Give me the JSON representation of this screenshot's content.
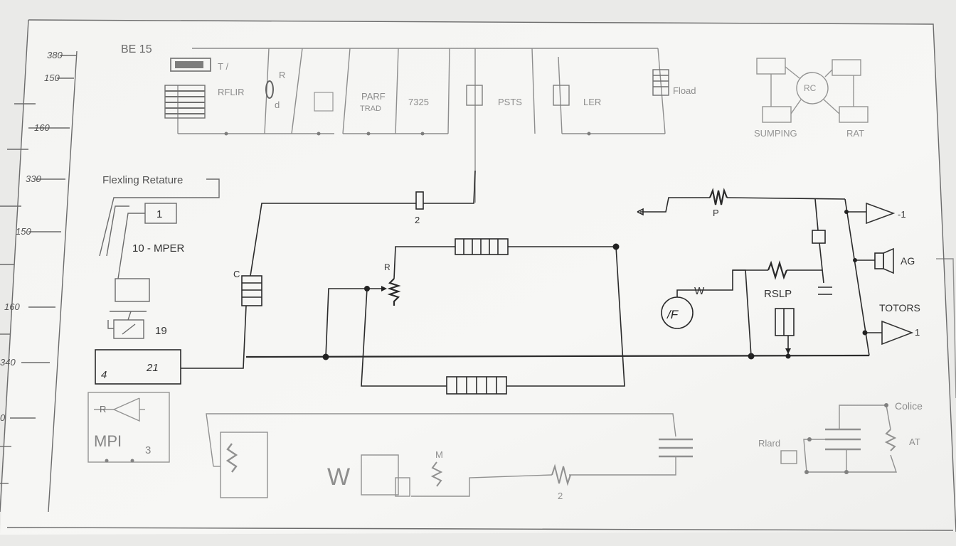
{
  "ruler": {
    "ticks": [
      "380",
      "150",
      "160",
      "330",
      "150",
      "160",
      "340",
      "0"
    ]
  },
  "header": {
    "title": "BE 15",
    "labels": {
      "top1": "T /",
      "top2": "RFLIR",
      "top3": "R",
      "top4": "d",
      "top5": "PARF",
      "top6": "TRAD",
      "top7": "7325",
      "top8": "PSTS",
      "top9": "LER",
      "top10": "Fload"
    },
    "block_labels": {
      "left": "SUMPING",
      "right": "RAT",
      "center": "RC"
    }
  },
  "left_panel": {
    "label_flex": "Flexling Retature",
    "box1": "1",
    "label_10mper": "10 - MPER",
    "box_19": "19",
    "box_21_left": "4",
    "box_21_right": "21",
    "mpi_box": {
      "r_label": "R",
      "mpi": "MPI",
      "num": "3"
    }
  },
  "main_circuit": {
    "label_c": "C",
    "label_2": "2",
    "label_r": "R"
  },
  "right_panel": {
    "p_label": "P",
    "label_1_top": "-1",
    "label_ag": "AG",
    "label_w": "W",
    "label_rslp": "RSLP",
    "source": "/F",
    "label_totors": "TOTORS",
    "label_1_bot": "1"
  },
  "bottom": {
    "w_big": "W",
    "m_label": "M",
    "n2_label": "2",
    "colice": "Colice",
    "rlard": "Rlard",
    "at": "AT"
  }
}
